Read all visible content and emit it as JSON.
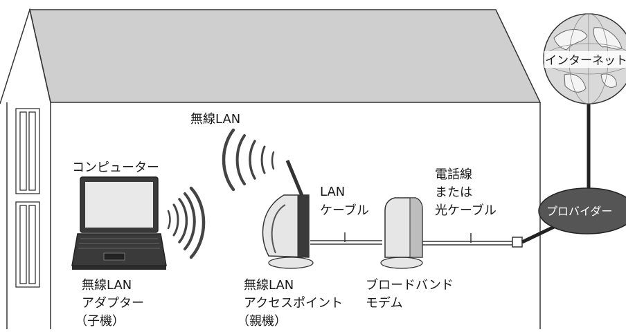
{
  "labels": {
    "wireless_lan_top": "無線LAN",
    "computer": "コンピューター",
    "lan_cable_line1": "LAN",
    "lan_cable_line2": "ケーブル",
    "phone_line1": "電話線",
    "phone_line2": "または",
    "phone_line3": "光ケーブル",
    "internet": "インターネット",
    "provider": "プロバイダー",
    "adapter_line1": "無線LAN",
    "adapter_line2": "アダプター",
    "adapter_line3": "（子機）",
    "ap_line1": "無線LAN",
    "ap_line2": "アクセスポイント",
    "ap_line3": "（親機）",
    "modem_line1": "ブロードバンド",
    "modem_line2": "モデム"
  },
  "colors": {
    "roof": "#cfcfcf",
    "outline": "#333333",
    "provider_fill": "#555555",
    "globe": "#d9d9d9",
    "globe_land": "#f4f4f4",
    "device_dark": "#3a3a3a",
    "device_light": "#e6e6e6"
  }
}
